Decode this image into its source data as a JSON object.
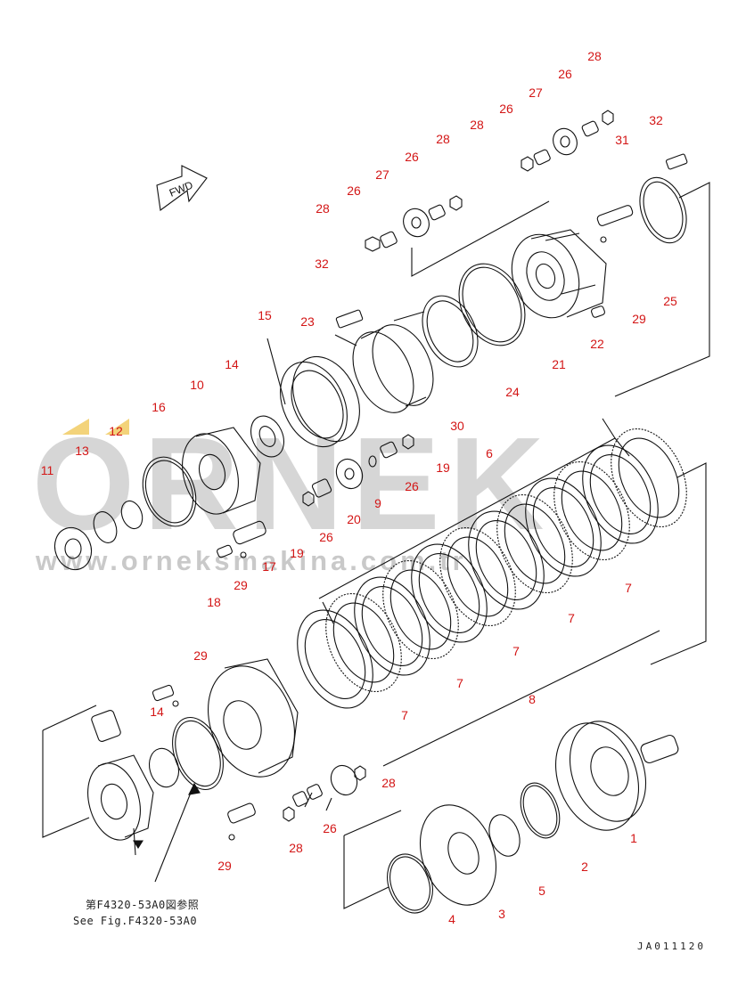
{
  "watermark": {
    "logo_text": "ORNEK",
    "url_text": "www.orneksmakina.com.tr",
    "logo_color": "#d6d6d6",
    "accent_color": "#f3d37a"
  },
  "fwd_arrow": {
    "label": "FWD"
  },
  "callouts": [
    {
      "n": "28"
    },
    {
      "n": "26"
    },
    {
      "n": "27"
    },
    {
      "n": "28"
    },
    {
      "n": "26"
    },
    {
      "n": "27"
    },
    {
      "n": "26"
    },
    {
      "n": "28"
    },
    {
      "n": "26"
    },
    {
      "n": "28"
    },
    {
      "n": "32"
    },
    {
      "n": "31"
    },
    {
      "n": "25"
    },
    {
      "n": "29"
    },
    {
      "n": "22"
    },
    {
      "n": "21"
    },
    {
      "n": "24"
    },
    {
      "n": "30"
    },
    {
      "n": "32"
    },
    {
      "n": "15"
    },
    {
      "n": "23"
    },
    {
      "n": "14"
    },
    {
      "n": "10"
    },
    {
      "n": "16"
    },
    {
      "n": "13"
    },
    {
      "n": "12"
    },
    {
      "n": "11"
    },
    {
      "n": "19"
    },
    {
      "n": "26"
    },
    {
      "n": "9"
    },
    {
      "n": "20"
    },
    {
      "n": "26"
    },
    {
      "n": "19"
    },
    {
      "n": "17"
    },
    {
      "n": "29"
    },
    {
      "n": "18"
    },
    {
      "n": "6"
    },
    {
      "n": "7"
    },
    {
      "n": "7"
    },
    {
      "n": "7"
    },
    {
      "n": "7"
    },
    {
      "n": "7"
    },
    {
      "n": "8"
    },
    {
      "n": "29"
    },
    {
      "n": "14"
    },
    {
      "n": "28"
    },
    {
      "n": "28"
    },
    {
      "n": "26"
    },
    {
      "n": "29"
    },
    {
      "n": "1"
    },
    {
      "n": "2"
    },
    {
      "n": "5"
    },
    {
      "n": "3"
    },
    {
      "n": "4"
    }
  ],
  "reference_note": {
    "line1": "第F4320-53A0図参照",
    "line2": "See Fig.F4320-53A0"
  },
  "drawing_id": "JA011120",
  "line_color": "#111111",
  "callout_color": "#d31616"
}
